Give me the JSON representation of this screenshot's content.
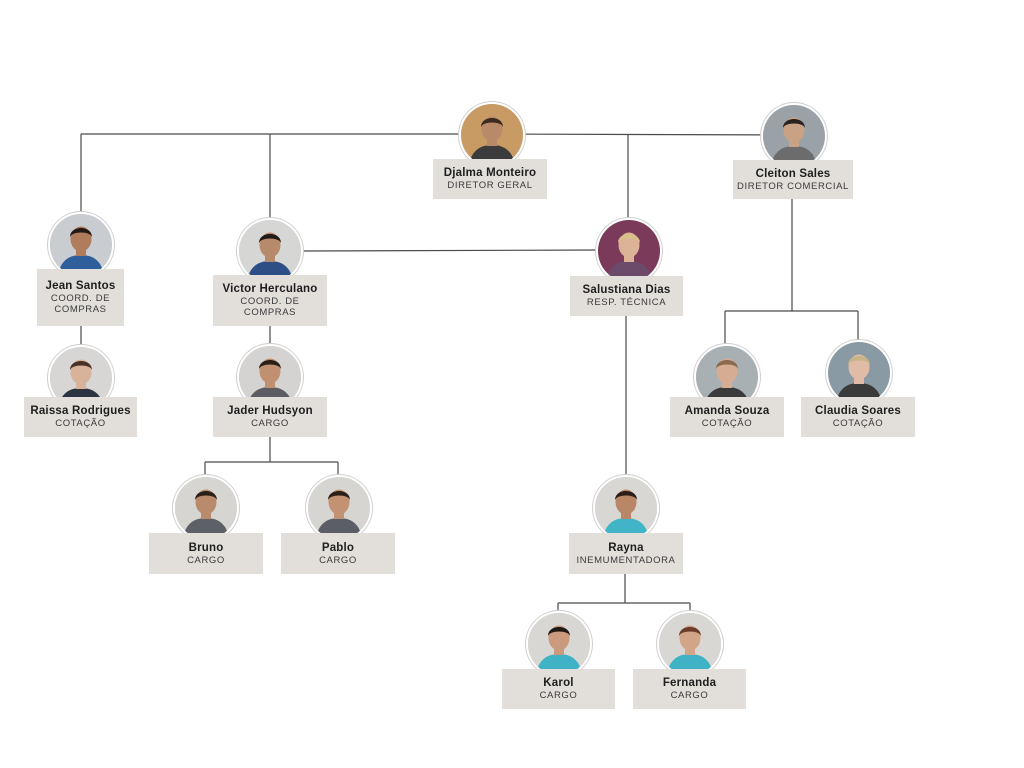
{
  "people": [
    {
      "id": "djalma",
      "name": "Djalma Monteiro",
      "role": "DIRETOR GERAL",
      "skin": "#b98a6a",
      "hair": "#3a2a20",
      "shirt": "#3b3b3b",
      "bg": "#c89a64"
    },
    {
      "id": "cleiton",
      "name": "Cleiton Sales",
      "role": "DIRETOR COMERCIAL",
      "skin": "#c9a184",
      "hair": "#2a2220",
      "shirt": "#6c6c6c",
      "bg": "#9aa2a8"
    },
    {
      "id": "jean",
      "name": "Jean Santos",
      "role": "COORD. DE COMPRAS",
      "skin": "#b07c5c",
      "hair": "#251a16",
      "shirt": "#2f5f9a",
      "bg": "#c9ccd0"
    },
    {
      "id": "victor",
      "name": "Victor Herculano",
      "role": "COORD. DE COMPRAS",
      "skin": "#b88a6c",
      "hair": "#221a16",
      "shirt": "#2e4f86",
      "bg": "#d6d6d4"
    },
    {
      "id": "salustiana",
      "name": "Salustiana Dias",
      "role": "RESP. TÉCNICA",
      "skin": "#dcb396",
      "hair": "#d8c08a",
      "shirt": "#6b4a6a",
      "bg": "#7b3a5a"
    },
    {
      "id": "raissa",
      "name": "Raissa Rodrigues",
      "role": "COTAÇÃO",
      "skin": "#d9b29a",
      "hair": "#4a3226",
      "shirt": "#2b3440",
      "bg": "#d8d6d4"
    },
    {
      "id": "jader",
      "name": "Jader Hudsyon",
      "role": "CARGO",
      "skin": "#c19070",
      "hair": "#2a2018",
      "shirt": "#5b5d63",
      "bg": "#d4d3d1"
    },
    {
      "id": "bruno",
      "name": "Bruno",
      "role": "CARGO",
      "skin": "#b98a6c",
      "hair": "#2a2018",
      "shirt": "#5d6066",
      "bg": "#d6d5d2"
    },
    {
      "id": "pablo",
      "name": "Pablo",
      "role": "CARGO",
      "skin": "#c29272",
      "hair": "#2a2018",
      "shirt": "#5b5e66",
      "bg": "#d6d5d2"
    },
    {
      "id": "amanda",
      "name": "Amanda Souza",
      "role": "COTAÇÃO",
      "skin": "#d6ad92",
      "hair": "#8a6a50",
      "shirt": "#3a3a3a",
      "bg": "#a9b0b4"
    },
    {
      "id": "claudia",
      "name": "Claudia Soares",
      "role": "COTAÇÃO",
      "skin": "#e0bca6",
      "hair": "#c9b48a",
      "shirt": "#3a3a3a",
      "bg": "#8a9aa4"
    },
    {
      "id": "rayna",
      "name": "Rayna",
      "role": "INEMUMENTADORA",
      "skin": "#b98668",
      "hair": "#2a1e18",
      "shirt": "#41b4c8",
      "bg": "#d8d7d4"
    },
    {
      "id": "karol",
      "name": "Karol",
      "role": "CARGO",
      "skin": "#c99a7c",
      "hair": "#1e1816",
      "shirt": "#3fb2c6",
      "bg": "#d8d7d4"
    },
    {
      "id": "fernanda",
      "name": "Fernanda",
      "role": "CARGO",
      "skin": "#d2a488",
      "hair": "#6a3a2a",
      "shirt": "#3fb2c6",
      "bg": "#d8d7d4"
    }
  ]
}
